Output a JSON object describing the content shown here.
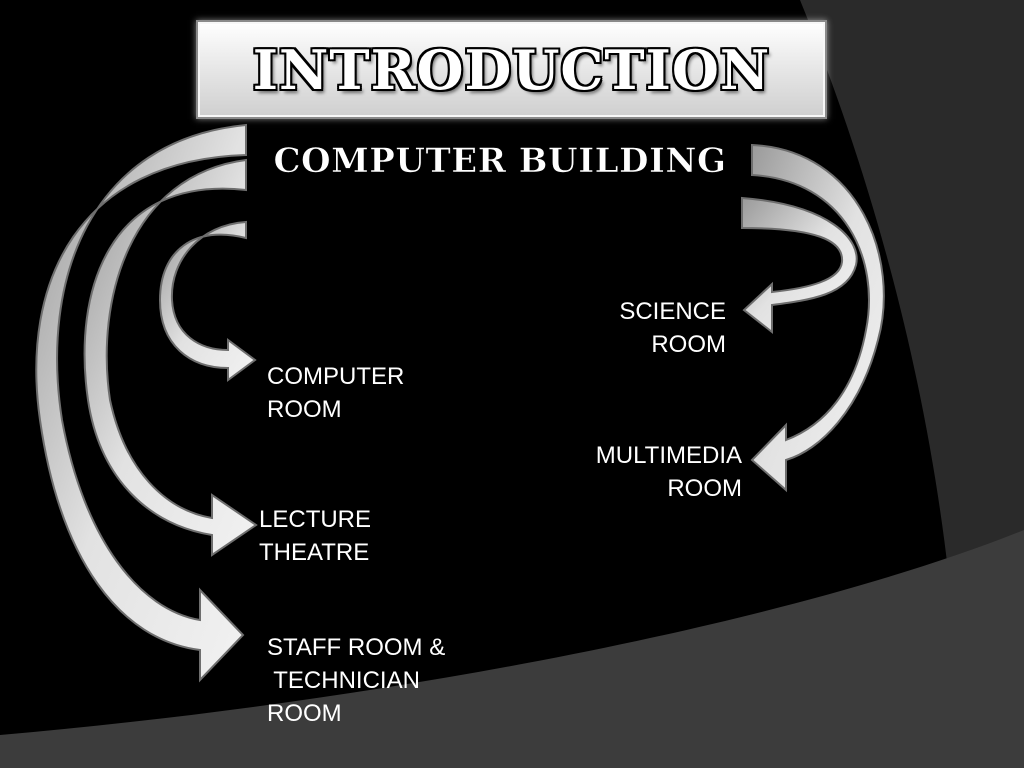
{
  "title": "INTRODUCTION",
  "subtitle": "COMPUTER BUILDING",
  "rooms": {
    "computer_room": "COMPUTER\nROOM",
    "lecture_theatre": "LECTURE\nTHEATRE",
    "staff_room": "STAFF ROOM &\n TECHNICIAN\nROOM",
    "science_room": "SCIENCE\nROOM",
    "multimedia_room": "MULTIMEDIA\nROOM"
  },
  "colors": {
    "background": "#000000",
    "background_swoosh": "#2a2a2a",
    "background_swoosh_bottom": "#3c3c3c",
    "arrow_fill": "#d4d4d4",
    "arrow_stroke": "#6e6e6e",
    "text": "#ffffff"
  }
}
